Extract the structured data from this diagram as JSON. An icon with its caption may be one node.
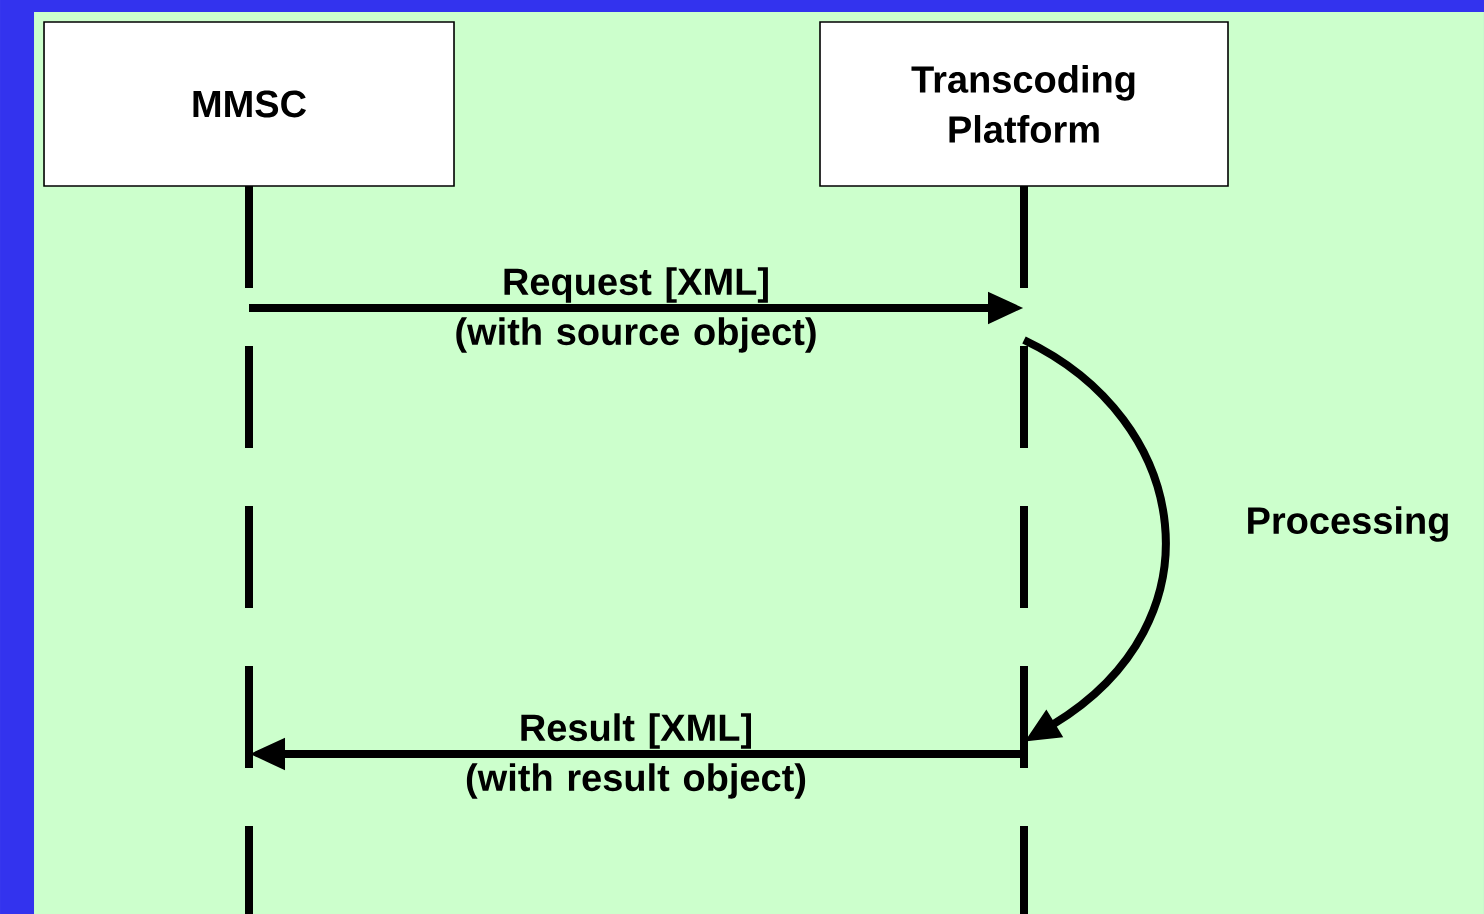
{
  "diagram": {
    "nodes": [
      {
        "text": [
          "MMSC"
        ]
      },
      {
        "text": [
          "Transcoding Platform"
        ]
      }
    ],
    "edges": [
      {
        "from": 0,
        "to": 1,
        "arrow": "to",
        "label": "Request [XML] (with source object)"
      },
      {
        "from": 1,
        "to": 1,
        "arrow": "to",
        "label": "Processing"
      },
      {
        "from": 1,
        "to": 0,
        "arrow": "to",
        "label": "Result [XML] (with result object)"
      }
    ]
  }
}
